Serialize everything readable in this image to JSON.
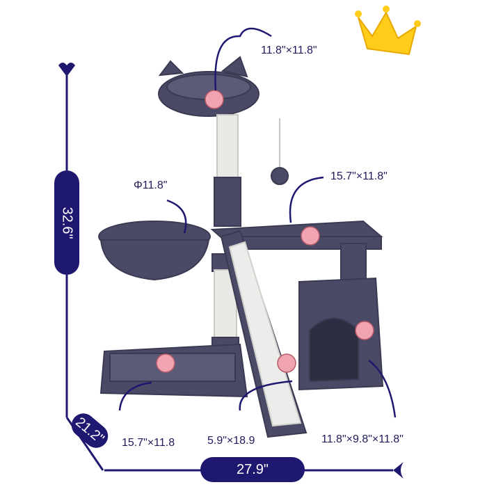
{
  "product": {
    "frame_color": "#4a4a66",
    "accent_color": "#1f1870",
    "paw_color": "#f0a3b0"
  },
  "dimensions": {
    "height": "32.6\"",
    "width": "27.9\"",
    "depth": "21.2\"",
    "top_perch": "11.8\"×11.8\"",
    "basket": "Φ11.8\"",
    "platform": "15.7\"×11.8\"",
    "base_bed": "15.7\"×11.8",
    "ramp": "5.9\"×18.9",
    "condo": "11.8\"×9.8\"×11.8\""
  },
  "icons": [
    "crown-icon",
    "paw-icon",
    "heart-arrow-icon"
  ]
}
